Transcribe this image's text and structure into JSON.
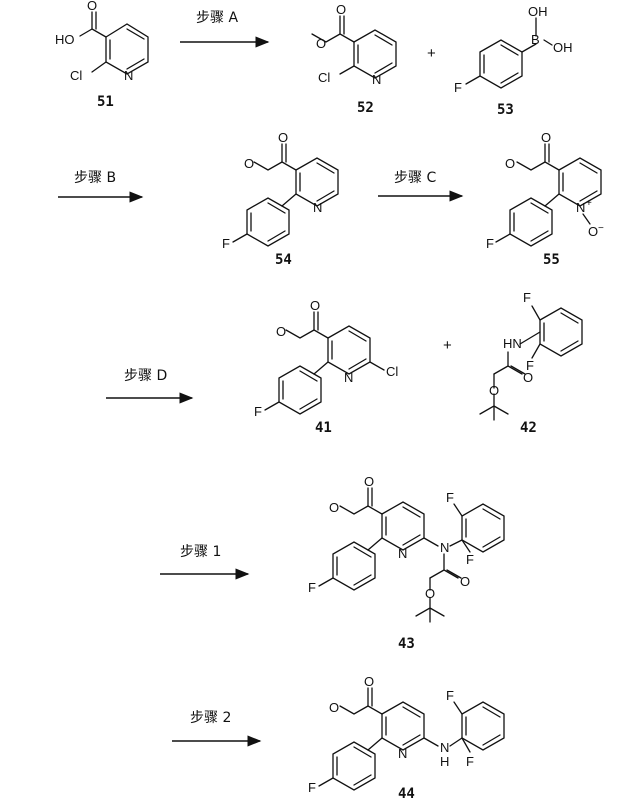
{
  "steps": {
    "a": "步骤 A",
    "b": "步骤 B",
    "c": "步骤 C",
    "d": "步骤 D",
    "s1": "步骤 1",
    "s2": "步骤 2"
  },
  "compounds": {
    "c51": "51",
    "c52": "52",
    "c53": "53",
    "c54": "54",
    "c55": "55",
    "c41": "41",
    "c42": "42",
    "c43": "43",
    "c44": "44"
  },
  "atoms": {
    "O": "O",
    "HO": "HO",
    "OH": "OH",
    "Cl": "Cl",
    "N": "N",
    "F": "F",
    "B": "B",
    "HN": "HN",
    "H": "H",
    "N_plus": "N",
    "plus_sign": "+",
    "O_minus": "O",
    "minus_sign": "−"
  },
  "operators": {
    "plus": "+"
  }
}
